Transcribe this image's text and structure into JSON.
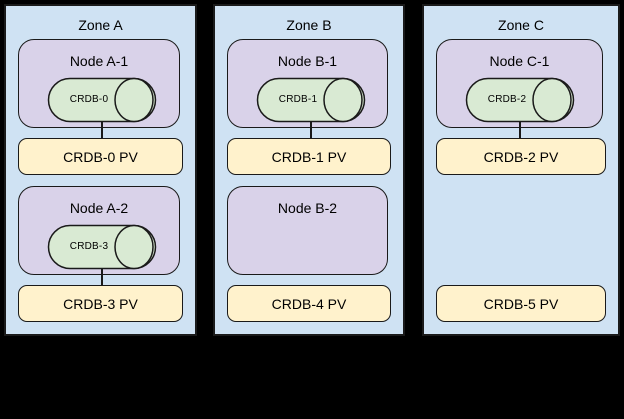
{
  "diagram": {
    "description": "CockroachDB pods scheduled on nodes across three zones with persistent volumes",
    "colors": {
      "background": "#000000",
      "zone_fill": "#cfe2f3",
      "node_fill": "#d9d2e9",
      "pod_fill": "#d9ead3",
      "pv_fill": "#fff2cc",
      "stroke": "#1a1a1a"
    },
    "zones": [
      {
        "title": "Zone A",
        "rows": [
          {
            "node": {
              "title": "Node A-1",
              "pod": "CRDB-0"
            },
            "pv": "CRDB-0 PV",
            "connector": true
          },
          {
            "node": {
              "title": "Node A-2",
              "pod": "CRDB-3"
            },
            "pv": "CRDB-3 PV",
            "connector": true
          }
        ]
      },
      {
        "title": "Zone B",
        "rows": [
          {
            "node": {
              "title": "Node B-1",
              "pod": "CRDB-1"
            },
            "pv": "CRDB-1 PV",
            "connector": true
          },
          {
            "node": {
              "title": "Node B-2",
              "pod": null
            },
            "pv": "CRDB-4 PV",
            "connector": false
          }
        ]
      },
      {
        "title": "Zone C",
        "rows": [
          {
            "node": {
              "title": "Node C-1",
              "pod": "CRDB-2"
            },
            "pv": "CRDB-2 PV",
            "connector": true
          },
          {
            "node": null,
            "pv": "CRDB-5 PV",
            "connector": false
          }
        ]
      }
    ]
  }
}
